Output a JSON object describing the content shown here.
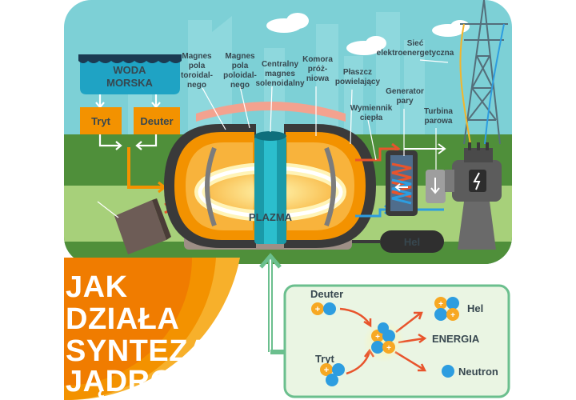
{
  "title": {
    "line1": "JAK",
    "line2": "DZIAŁA",
    "line3": "SYNTEZA",
    "line4": "JĄDROWA"
  },
  "labels": {
    "sea_water": [
      "WODA",
      "MORSKA"
    ],
    "tritium": "Tryt",
    "deuterium": "Deuter",
    "toroidal_magnets": [
      "Magnes",
      "pola",
      "toroidal-",
      "nego"
    ],
    "poloidal_magnets": [
      "Magnes",
      "pola",
      "poloidal-",
      "nego"
    ],
    "central_solenoid": [
      "Centralny",
      "magnes",
      "solenoidalny"
    ],
    "vacuum_chamber": [
      "Komora",
      "próż-",
      "niowa"
    ],
    "blanket": [
      "Płaszcz",
      "powielający"
    ],
    "heat_exchanger": [
      "Wymiennik",
      "ciepła"
    ],
    "steam_generator": [
      "Generator",
      "pary"
    ],
    "steam_turbine": [
      "Turbina",
      "parowa"
    ],
    "power_grid": [
      "Sieć",
      "elektroenergetyczna"
    ],
    "plasma": "PLAZMA",
    "helium_tank": "Hel"
  },
  "reaction": {
    "deuterium": "Deuter",
    "tritium": "Tryt",
    "helium": "Hel",
    "energy": "ENERGIA",
    "neutron": "Neutron"
  },
  "colors": {
    "sky": "#7dd0d6",
    "grass": "#4f8f3a",
    "orange": "#f39200",
    "reactor_shell": "#3a3a3a",
    "plasma_text": "#e8542c",
    "panel_border": "#6bbf8e",
    "energy_text": "#e8542c",
    "proton": "#f7a823",
    "neutron": "#2d9de0"
  }
}
